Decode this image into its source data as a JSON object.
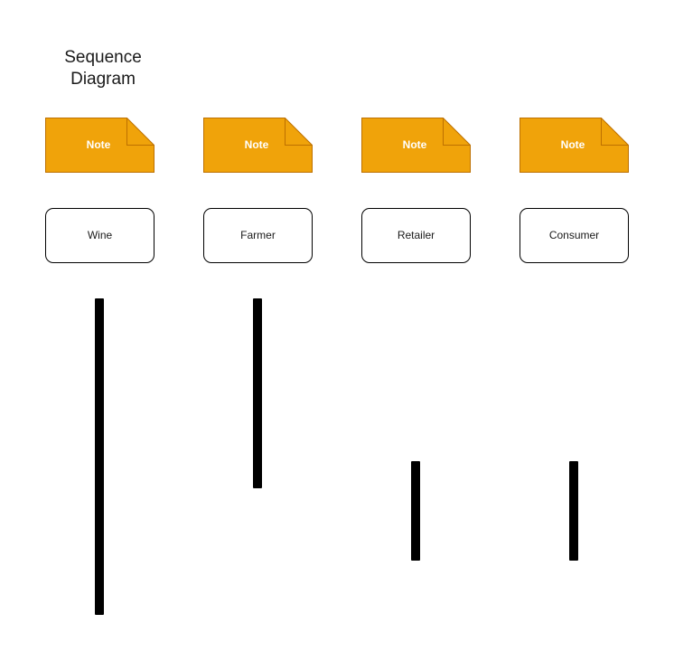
{
  "title": {
    "line1": "Sequence",
    "line2": "Diagram"
  },
  "colors": {
    "note_fill": "#F0A30A",
    "note_stroke": "#BD7000",
    "note_text": "#FFFFFF",
    "actor_border": "#000000",
    "activation_bar": "#000000"
  },
  "notes": [
    {
      "label": "Note"
    },
    {
      "label": "Note"
    },
    {
      "label": "Note"
    },
    {
      "label": "Note"
    }
  ],
  "actors": [
    {
      "label": "Wine"
    },
    {
      "label": "Farmer"
    },
    {
      "label": "Retailer"
    },
    {
      "label": "Consumer"
    }
  ]
}
